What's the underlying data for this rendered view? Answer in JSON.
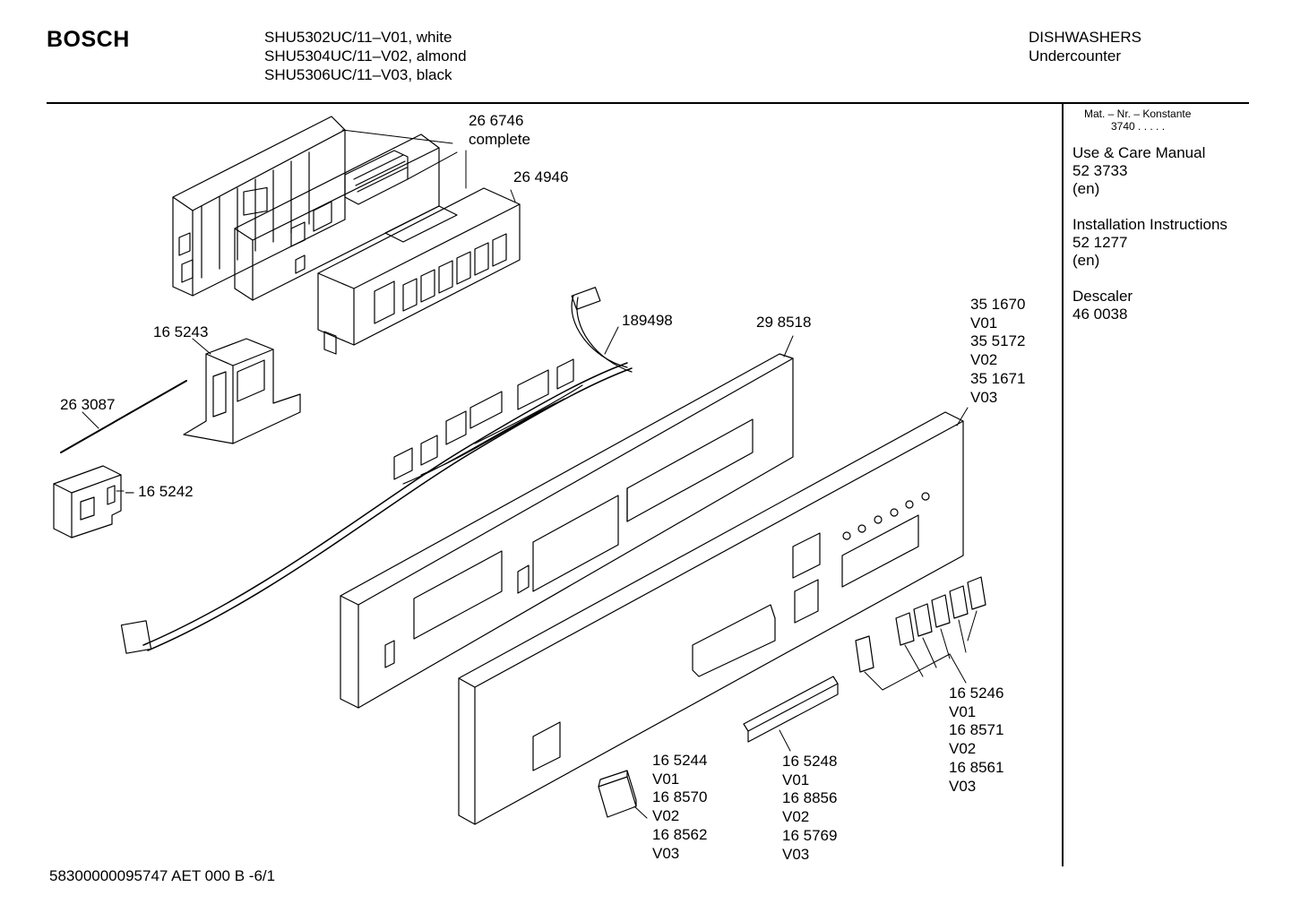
{
  "header": {
    "brand": "BOSCH",
    "models": [
      "SHU5302UC/11–V01, white",
      "SHU5304UC/11–V02, almond",
      "SHU5306UC/11–V03, black"
    ],
    "category": [
      "DISHWASHERS",
      "Undercounter"
    ]
  },
  "sidebar": {
    "mat_title": "Mat. – Nr. – Konstante",
    "mat_value": "3740",
    "mat_dots": ". . . . .",
    "docs": [
      {
        "title": "Use & Care Manual",
        "number": "52 3733",
        "lang": "(en)"
      },
      {
        "title": "Installation Instructions",
        "number": "52 1277",
        "lang": "(en)"
      },
      {
        "title": "Descaler",
        "number": "46 0038"
      }
    ]
  },
  "parts": {
    "p266746": [
      "26 6746",
      "complete"
    ],
    "p264946": [
      "26 4946"
    ],
    "p165243": [
      "16 5243"
    ],
    "p263087": [
      "26 3087"
    ],
    "p165242": [
      "– 16 5242"
    ],
    "p189498": [
      "189498"
    ],
    "p298518": [
      "29 8518"
    ],
    "p351670": [
      "35 1670",
      "V01",
      "35 5172",
      "V02",
      "35 1671",
      "V03"
    ],
    "p165246": [
      "16 5246",
      "V01",
      "16 8571",
      "V02",
      "16 8561",
      "V03"
    ],
    "p165244": [
      "16 5244",
      "V01",
      "16 8570",
      "V02",
      "16 8562",
      "V03"
    ],
    "p165248": [
      "16 5248",
      "V01",
      "16 8856",
      "V02",
      "16 5769",
      "V03"
    ]
  },
  "footer": {
    "code": "58300000095747 AET 000 B -6/1"
  }
}
